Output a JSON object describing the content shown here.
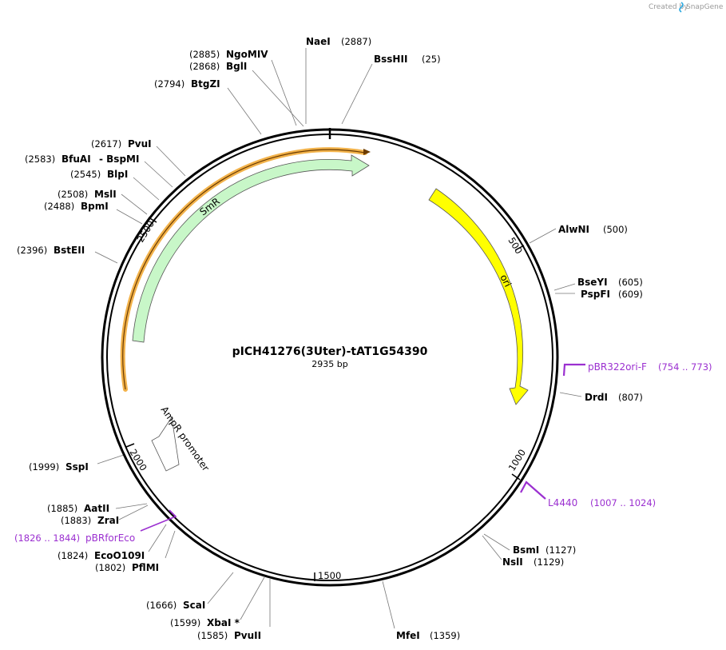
{
  "title": "pICH41276(3Uter)-tAT1G54390",
  "subtitle": "2935 bp",
  "credit": {
    "prefix": "Created by",
    "brand": "SnapGene",
    "logo_icon": "snapgene-logo-icon"
  },
  "ticks": [
    "500",
    "1000",
    "1500",
    "2000",
    "2500"
  ],
  "features": [
    {
      "name": "SmR",
      "color": "#c8f7c8"
    },
    {
      "name": "ori",
      "color": "#ffff00"
    },
    {
      "name": "AmpR promoter",
      "color": "#ffffff"
    }
  ],
  "sites": [
    {
      "id": "NaeI",
      "name": "NaeI",
      "pos": "(2887)"
    },
    {
      "id": "BssHII",
      "name": "BssHII",
      "pos": "(25)"
    },
    {
      "id": "NgoMIV",
      "name": "NgoMIV",
      "pos": "(2885)"
    },
    {
      "id": "BglI",
      "name": "BglI",
      "pos": "(2868)"
    },
    {
      "id": "BtgZI",
      "name": "BtgZI",
      "pos": "(2794)"
    },
    {
      "id": "PvuI",
      "name": "PvuI",
      "pos": "(2617)"
    },
    {
      "id": "BfuAI",
      "name": "BfuAI",
      "pos": "(2583)",
      "extra": "- BspMI"
    },
    {
      "id": "BlpI",
      "name": "BlpI",
      "pos": "(2545)"
    },
    {
      "id": "MslI",
      "name": "MslI",
      "pos": "(2508)"
    },
    {
      "id": "BpmI",
      "name": "BpmI",
      "pos": "(2488)"
    },
    {
      "id": "BstEII",
      "name": "BstEII",
      "pos": "(2396)"
    },
    {
      "id": "AlwNI",
      "name": "AlwNI",
      "pos": "(500)"
    },
    {
      "id": "BseYI",
      "name": "BseYI",
      "pos": "(605)"
    },
    {
      "id": "PspFI",
      "name": "PspFI",
      "pos": "(609)"
    },
    {
      "id": "DrdI",
      "name": "DrdI",
      "pos": "(807)"
    },
    {
      "id": "BsmI",
      "name": "BsmI",
      "pos": "(1127)"
    },
    {
      "id": "NslI",
      "name": "NslI",
      "pos": "(1129)"
    },
    {
      "id": "MfeI",
      "name": "MfeI",
      "pos": "(1359)"
    },
    {
      "id": "PvuII",
      "name": "PvuII",
      "pos": "(1585)"
    },
    {
      "id": "XbaI",
      "name": "XbaI *",
      "pos": "(1599)"
    },
    {
      "id": "ScaI",
      "name": "ScaI",
      "pos": "(1666)"
    },
    {
      "id": "PflMI",
      "name": "PflMI",
      "pos": "(1802)"
    },
    {
      "id": "EcoO109I",
      "name": "EcoO109I",
      "pos": "(1824)"
    },
    {
      "id": "ZraI",
      "name": "ZraI",
      "pos": "(1883)"
    },
    {
      "id": "AatII",
      "name": "AatII",
      "pos": "(1885)"
    },
    {
      "id": "SspI",
      "name": "SspI",
      "pos": "(1999)"
    }
  ],
  "primers": [
    {
      "id": "pBR322ori-F",
      "name": "pBR322ori-F",
      "range": "(754 .. 773)",
      "color": "#9b30d0"
    },
    {
      "id": "L4440",
      "name": "L4440",
      "range": "(1007 .. 1024)",
      "color": "#9b30d0"
    },
    {
      "id": "pBRforEco",
      "name": "pBRforEco",
      "range": "(1826 .. 1844)",
      "color": "#9b30d0"
    }
  ]
}
